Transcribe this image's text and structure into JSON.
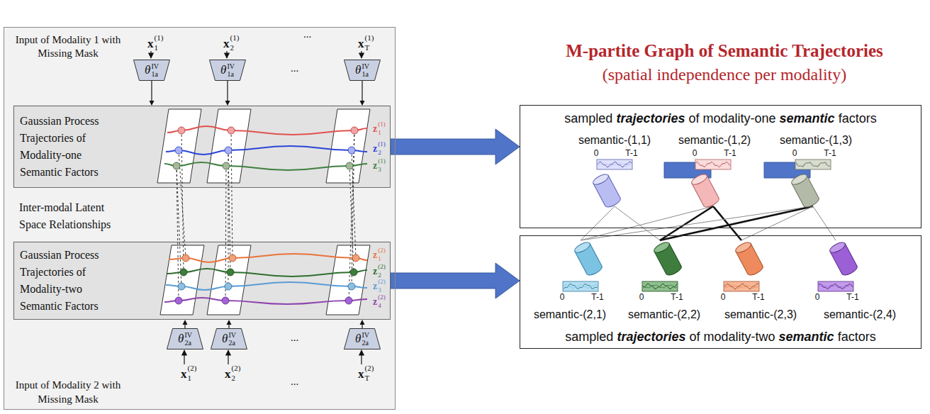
{
  "diagram": {
    "title": "M-partite Graph of Semantic Trajectories",
    "nodes": [
      {
        "text": [
          "Input of Modality 1 with Missing Mask",
          "Inter-modal Latent Space Relationships",
          "Input of Modality 2 with Missing Mask"
        ]
      },
      {
        "text": [
          "θ",
          "IV",
          "1a"
        ],
        "in": 0
      },
      {
        "text": [
          "θ",
          "IV",
          "1a"
        ],
        "in": 0
      },
      {
        "text": [
          "θ",
          "IV",
          "1a"
        ],
        "in": 0
      },
      {
        "text": [
          "Gaussian Process Trajectories of Modality-one Semantic Factors"
        ],
        "in": 0
      },
      {
        "text": [
          "Gaussian Process Trajectories of Modality-two Semantic Factors"
        ],
        "in": 0
      },
      {
        "text": [
          "θ",
          "IV",
          "2a"
        ],
        "in": 0
      },
      {
        "text": [
          "θ",
          "IV",
          "2a"
        ],
        "in": 0
      },
      {
        "text": [
          "θ",
          "IV",
          "2a"
        ],
        "in": 0
      },
      {
        "text": [
          "sampled trajectories of modality-one semantic factors"
        ]
      },
      {
        "text": [
          "semantic-(1,1)"
        ],
        "in": 9
      },
      {
        "text": [
          "semantic-(1,2)"
        ],
        "in": 9
      },
      {
        "text": [
          "semantic-(1,3)"
        ],
        "in": 9
      },
      {
        "text": [
          "sampled trajectories of modality-two semantic factors"
        ]
      },
      {
        "text": [
          "semantic-(2,1)"
        ],
        "in": 13
      },
      {
        "text": [
          "semantic-(2,2)"
        ],
        "in": 13
      },
      {
        "text": [
          "semantic-(2,3)"
        ],
        "in": 13
      },
      {
        "text": [
          "semantic-(2,4)"
        ],
        "in": 13
      }
    ],
    "edges": [
      {
        "from": 1,
        "to": 4,
        "arrow": "to"
      },
      {
        "from": 2,
        "to": 4,
        "arrow": "to"
      },
      {
        "from": 3,
        "to": 4,
        "arrow": "to"
      },
      {
        "from": 6,
        "to": 5,
        "arrow": "to"
      },
      {
        "from": 7,
        "to": 5,
        "arrow": "to"
      },
      {
        "from": 8,
        "to": 5,
        "arrow": "to"
      },
      {
        "from": 4,
        "to": 9,
        "arrow": "to"
      },
      {
        "from": 5,
        "to": 13,
        "arrow": "to"
      },
      {
        "from": 10,
        "to": 14,
        "arrow": "none"
      },
      {
        "from": 10,
        "to": 15,
        "arrow": "none"
      },
      {
        "from": 10,
        "to": 16,
        "arrow": "none"
      },
      {
        "from": 11,
        "to": 14,
        "arrow": "none"
      },
      {
        "from": 11,
        "to": 15,
        "arrow": "none"
      },
      {
        "from": 11,
        "to": 16,
        "arrow": "none"
      },
      {
        "from": 11,
        "to": 17,
        "arrow": "none"
      },
      {
        "from": 12,
        "to": 14,
        "arrow": "none"
      },
      {
        "from": 12,
        "to": 15,
        "arrow": "none"
      },
      {
        "from": 12,
        "to": 16,
        "arrow": "none"
      },
      {
        "from": 12,
        "to": 17,
        "arrow": "none"
      }
    ],
    "labels": [
      "(spatial independence per modality)",
      "x",
      "1",
      "(1)",
      "x",
      "2",
      "(1)",
      "...",
      "x",
      "T",
      "(1)",
      "...",
      "z",
      "1",
      "(1)",
      "z",
      "2",
      "(1)",
      "z",
      "3",
      "(1)",
      "z",
      "1",
      "(2)",
      "z",
      "2",
      "(2)",
      "z",
      "3",
      "(2)",
      "z",
      "4",
      "(2)",
      "...",
      "x",
      "1",
      "(2)",
      "x",
      "2",
      "(2)",
      "...",
      "x",
      "T",
      "(2)",
      "0",
      "T-1",
      "0",
      "T-1",
      "0",
      "T-1",
      "0",
      "T-1",
      "0",
      "T-1",
      "0",
      "T-1",
      "0",
      "T-1"
    ]
  }
}
